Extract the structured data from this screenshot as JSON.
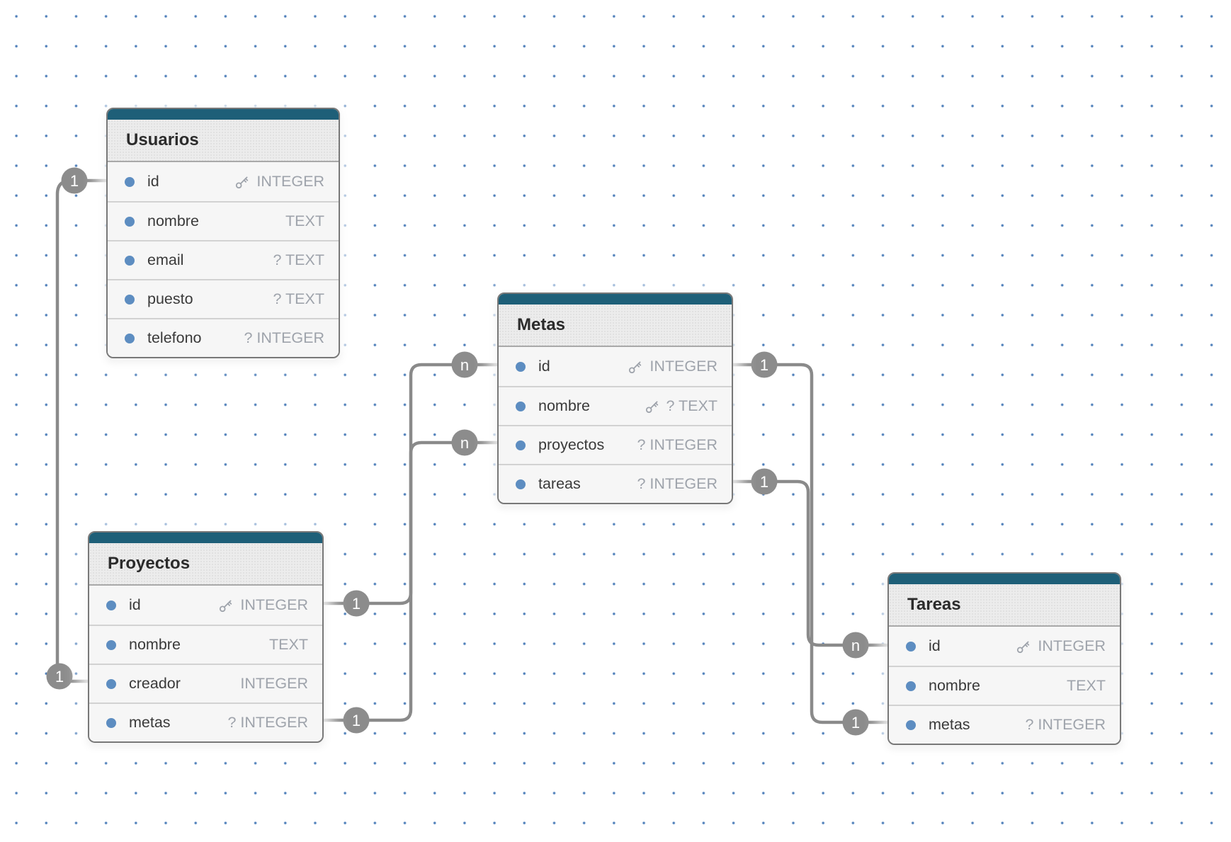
{
  "diagram": {
    "tables": [
      {
        "title": "Usuarios",
        "fields": [
          {
            "name": "id",
            "type": "INTEGER",
            "primary_key": true
          },
          {
            "name": "nombre",
            "type": "TEXT",
            "primary_key": false
          },
          {
            "name": "email",
            "type": "? TEXT",
            "primary_key": false
          },
          {
            "name": "puesto",
            "type": "? TEXT",
            "primary_key": false
          },
          {
            "name": "telefono",
            "type": "? INTEGER",
            "primary_key": false
          }
        ]
      },
      {
        "title": "Metas",
        "fields": [
          {
            "name": "id",
            "type": "INTEGER",
            "primary_key": true
          },
          {
            "name": "nombre",
            "type": "? TEXT",
            "primary_key": true
          },
          {
            "name": "proyectos",
            "type": "? INTEGER",
            "primary_key": false
          },
          {
            "name": "tareas",
            "type": "? INTEGER",
            "primary_key": false
          }
        ]
      },
      {
        "title": "Proyectos",
        "fields": [
          {
            "name": "id",
            "type": "INTEGER",
            "primary_key": true
          },
          {
            "name": "nombre",
            "type": "TEXT",
            "primary_key": false
          },
          {
            "name": "creador",
            "type": "INTEGER",
            "primary_key": false
          },
          {
            "name": "metas",
            "type": "? INTEGER",
            "primary_key": false
          }
        ]
      },
      {
        "title": "Tareas",
        "fields": [
          {
            "name": "id",
            "type": "INTEGER",
            "primary_key": true
          },
          {
            "name": "nombre",
            "type": "TEXT",
            "primary_key": false
          },
          {
            "name": "metas",
            "type": "? INTEGER",
            "primary_key": false
          }
        ]
      }
    ],
    "connections": [
      {
        "from_table": "Usuarios",
        "from_field": "id",
        "from_label": "1",
        "to_table": "Proyectos",
        "to_field": "creador",
        "to_label": "1"
      },
      {
        "from_table": "Proyectos",
        "from_field": "id",
        "from_label": "1",
        "to_table": "Metas",
        "to_field": "proyectos",
        "to_label": "n"
      },
      {
        "from_table": "Proyectos",
        "from_field": "metas",
        "from_label": "1",
        "to_table": "Metas",
        "to_field": "id",
        "to_label": "n"
      },
      {
        "from_table": "Metas",
        "from_field": "id",
        "from_label": "1",
        "to_table": "Tareas",
        "to_field": "metas",
        "to_label": "1"
      },
      {
        "from_table": "Metas",
        "from_field": "tareas",
        "from_label": "1",
        "to_table": "Tareas",
        "to_field": "id",
        "to_label": "n"
      }
    ],
    "colors": {
      "table_header": "#1e5f78",
      "connector": "#8a8a8a",
      "cardinality_badge": "#8c8c8c",
      "field_dot": "#5d8dc1",
      "type_text": "#9ea3ab",
      "canvas_dot": "#4a7cb8"
    }
  }
}
